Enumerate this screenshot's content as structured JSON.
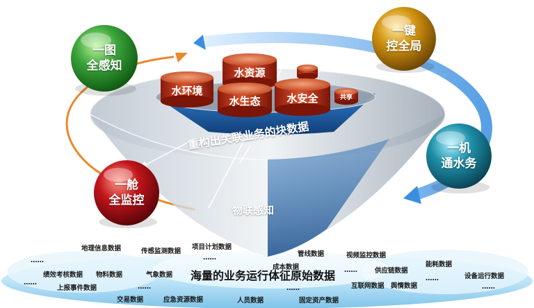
{
  "balls": {
    "tl": {
      "line1": "一图",
      "line2": "全感知",
      "color": "#3aa33a"
    },
    "tr": {
      "line1": "一键",
      "line2": "控全局",
      "color": "#c88a10"
    },
    "r": {
      "line1": "一机",
      "line2": "通水务",
      "color": "#1e8fa8"
    },
    "l": {
      "line1": "一舱",
      "line2": "全监控",
      "color": "#c0141a"
    }
  },
  "drums": {
    "water_env": "水环境",
    "water_res": "水资源",
    "water_eco": "水生态",
    "water_safe": "水安全",
    "share": "共享"
  },
  "funnel": {
    "reconstruct": "重构出关联业务的块数据",
    "iot": "物联感知"
  },
  "cloud": {
    "title": "海量的业务运行体征原始数据",
    "items": {
      "geo": "地理信息数据",
      "sensor": "传感监测数据",
      "project": "项目计划数据",
      "pipe": "管线数据",
      "video": "视频监控数据",
      "perf": "绩效考核数据",
      "material": "物料数据",
      "weather": "气象数据",
      "cost": "成本数据",
      "supply": "供应链数据",
      "energy": "能耗数据",
      "event": "上报事件数据",
      "equip": "设备运行数据",
      "trade": "交易数据",
      "emergency": "应急资源数据",
      "personnel": "人员数据",
      "asset": "固定资产数据",
      "internet": "互联网数据",
      "opinion": "舆情数据",
      "dots": "……"
    }
  }
}
